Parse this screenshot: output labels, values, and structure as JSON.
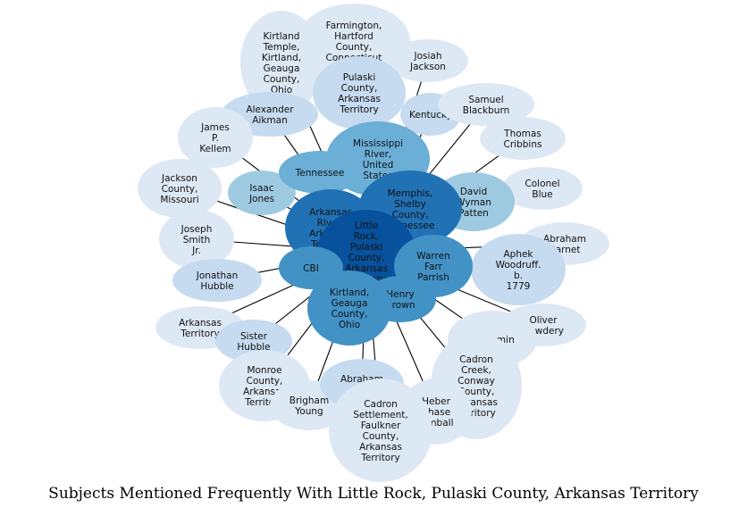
{
  "title": "Subjects Mentioned Frequently With Little Rock, Pulaski County, Arkansas Territory",
  "center_label": "Little Rock, Pulaski County, Arkansas Territory",
  "palette": {
    "lightest": "#dde8f5",
    "light": "#c6dbef",
    "mid_light": "#9ecae1",
    "mid": "#6baed6",
    "mid_dark": "#4292c6",
    "dark": "#2171b5",
    "darkest": "#08519c",
    "edge": "#000000"
  },
  "nodes": [
    {
      "id": "farmington",
      "label": "Farmington, Hartford County, Connecticut",
      "shade": "lightest"
    },
    {
      "id": "kirtland-temple",
      "label": "Kirtland Temple, Kirtland, Geauga County, Ohio",
      "shade": "lightest"
    },
    {
      "id": "josiah-jackson",
      "label": "Josiah Jackson",
      "shade": "lightest"
    },
    {
      "id": "pulaski-county",
      "label": "Pulaski County, Arkansas Territory",
      "shade": "light"
    },
    {
      "id": "alexander-aikman",
      "label": "Alexander Aikman",
      "shade": "light"
    },
    {
      "id": "kentucky",
      "label": "Kentucky",
      "shade": "light"
    },
    {
      "id": "samuel-blackburn",
      "label": "Samuel Blackburn",
      "shade": "lightest"
    },
    {
      "id": "james-kellem",
      "label": "James P. Kellem",
      "shade": "lightest"
    },
    {
      "id": "mississippi-river",
      "label": "Mississippi River, United States",
      "shade": "mid"
    },
    {
      "id": "tennessee",
      "label": "Tennessee",
      "shade": "mid"
    },
    {
      "id": "thomas-cribbins",
      "label": "Thomas Cribbins",
      "shade": "lightest"
    },
    {
      "id": "jackson-county",
      "label": "Jackson County, Missouri",
      "shade": "lightest"
    },
    {
      "id": "isaac-jones",
      "label": "Isaac Jones",
      "shade": "mid_light"
    },
    {
      "id": "colonel-blue",
      "label": "Colonel Blue",
      "shade": "lightest"
    },
    {
      "id": "memphis",
      "label": "Memphis, Shelby County, Tennessee",
      "shade": "dark"
    },
    {
      "id": "david-patten",
      "label": "David Wyman Patten",
      "shade": "mid_light"
    },
    {
      "id": "joseph-smith",
      "label": "Joseph Smith Jr.",
      "shade": "lightest"
    },
    {
      "id": "arkansas-river",
      "label": "Arkansas River, Arkansas Territory",
      "shade": "dark"
    },
    {
      "id": "abraham-barnet",
      "label": "Abraham Barnet",
      "shade": "lightest"
    },
    {
      "id": "little-rock",
      "label": "Little Rock, Pulaski County, Arkansas Territory",
      "shade": "darkest"
    },
    {
      "id": "aphek-woodruff",
      "label": "Aphek Woodruff. b. 1779",
      "shade": "light"
    },
    {
      "id": "warren-parrish",
      "label": "Warren Farr Parrish",
      "shade": "mid_dark"
    },
    {
      "id": "jonathan-hubble",
      "label": "Jonathan Hubble",
      "shade": "light"
    },
    {
      "id": "cbi",
      "label": "CBI",
      "shade": "mid_dark"
    },
    {
      "id": "henry-brown",
      "label": "Henry Brown",
      "shade": "mid_dark"
    },
    {
      "id": "kirtland-geauga",
      "label": "Kirtland, Geauga County, Ohio",
      "shade": "mid_dark"
    },
    {
      "id": "arkansas-territory",
      "label": "Arkansas Territory",
      "shade": "lightest"
    },
    {
      "id": "oliver-cowdery",
      "label": "Oliver Cowdery",
      "shade": "lightest"
    },
    {
      "id": "sister-hubble",
      "label": "Sister Hubble",
      "shade": "light"
    },
    {
      "id": "benjamin",
      "label": "Benjamin",
      "shade": "lightest"
    },
    {
      "id": "monroe-county",
      "label": "Monroe County, Arkansas Territory",
      "shade": "lightest"
    },
    {
      "id": "abraham-c",
      "label": "Abraham C",
      "shade": "light"
    },
    {
      "id": "cadron-creek",
      "label": "Cadron Creek, Conway County, Arkansas Territory",
      "shade": "lightest"
    },
    {
      "id": "brigham-young",
      "label": "Brigham Young",
      "shade": "lightest"
    },
    {
      "id": "heber-kimball",
      "label": "Heber Chase Kimball",
      "shade": "lightest"
    },
    {
      "id": "cadron-settlement",
      "label": "Cadron Settlement, Faulkner County, Arkansas Territory",
      "shade": "lightest"
    }
  ],
  "edges": [
    [
      "little-rock",
      "farmington"
    ],
    [
      "little-rock",
      "kirtland-temple"
    ],
    [
      "little-rock",
      "josiah-jackson"
    ],
    [
      "little-rock",
      "pulaski-county"
    ],
    [
      "little-rock",
      "alexander-aikman"
    ],
    [
      "little-rock",
      "kentucky"
    ],
    [
      "little-rock",
      "samuel-blackburn"
    ],
    [
      "little-rock",
      "james-kellem"
    ],
    [
      "little-rock",
      "mississippi-river"
    ],
    [
      "little-rock",
      "tennessee"
    ],
    [
      "little-rock",
      "thomas-cribbins"
    ],
    [
      "little-rock",
      "jackson-county"
    ],
    [
      "little-rock",
      "isaac-jones"
    ],
    [
      "little-rock",
      "colonel-blue"
    ],
    [
      "little-rock",
      "memphis"
    ],
    [
      "little-rock",
      "david-patten"
    ],
    [
      "little-rock",
      "joseph-smith"
    ],
    [
      "little-rock",
      "arkansas-river"
    ],
    [
      "little-rock",
      "abraham-barnet"
    ],
    [
      "little-rock",
      "aphek-woodruff"
    ],
    [
      "little-rock",
      "warren-parrish"
    ],
    [
      "little-rock",
      "jonathan-hubble"
    ],
    [
      "little-rock",
      "cbi"
    ],
    [
      "little-rock",
      "henry-brown"
    ],
    [
      "little-rock",
      "kirtland-geauga"
    ],
    [
      "little-rock",
      "arkansas-territory"
    ],
    [
      "little-rock",
      "oliver-cowdery"
    ],
    [
      "little-rock",
      "sister-hubble"
    ],
    [
      "little-rock",
      "benjamin"
    ],
    [
      "little-rock",
      "monroe-county"
    ],
    [
      "little-rock",
      "abraham-c"
    ],
    [
      "little-rock",
      "cadron-creek"
    ],
    [
      "little-rock",
      "brigham-young"
    ],
    [
      "little-rock",
      "heber-kimball"
    ],
    [
      "little-rock",
      "cadron-settlement"
    ]
  ]
}
